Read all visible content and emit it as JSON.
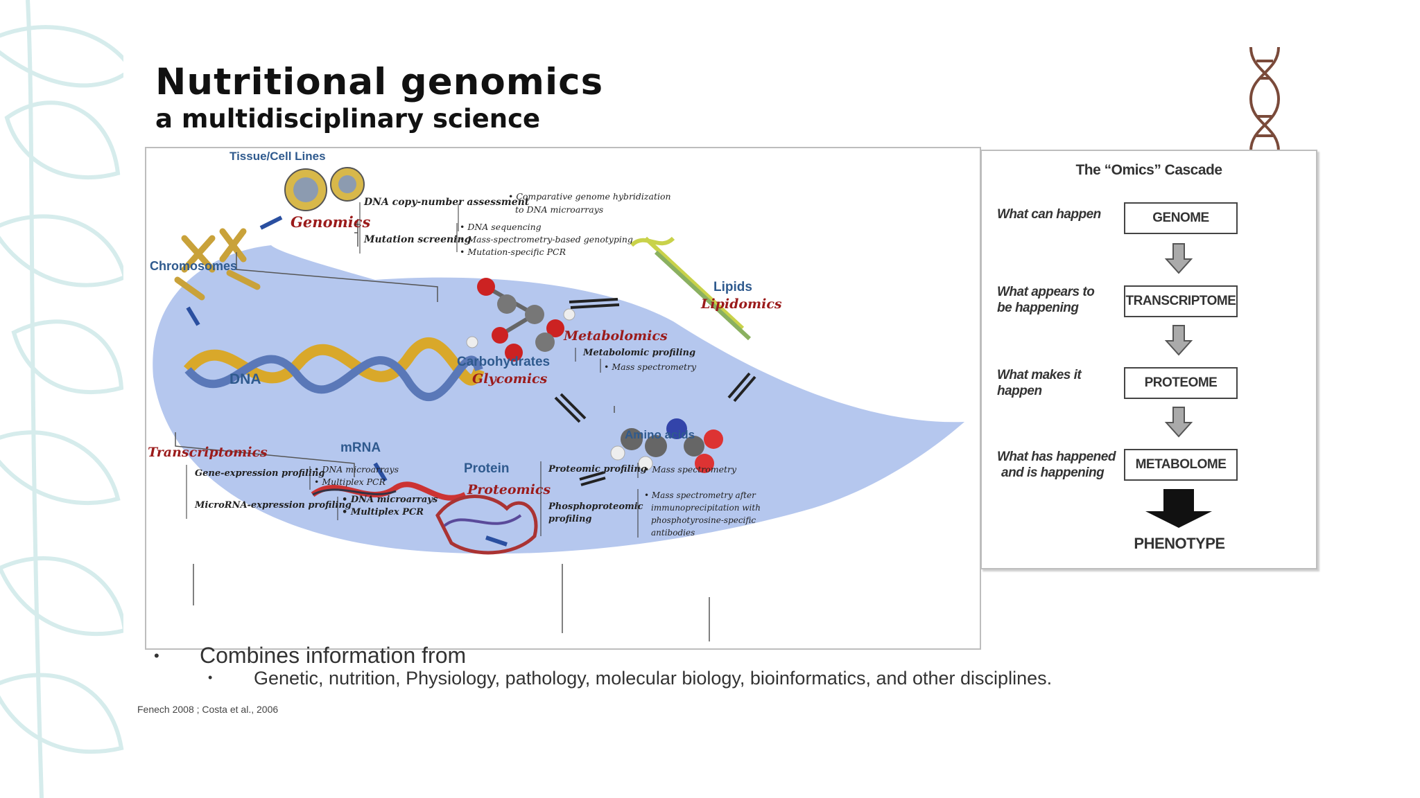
{
  "title": "Nutritional genomics",
  "subtitle": "a multidisciplinary science",
  "figure": {
    "tissue_label": "Tissue/Cell Lines",
    "chromosomes_label": "Chromosomes",
    "dna_label": "DNA",
    "mrna_label": "mRNA",
    "protein_label": "Protein",
    "carbohydrates_label": "Carbohydrates",
    "glycomics_label": "Glycomics",
    "lipids_label": "Lipids",
    "lipidomics_label": "Lipidomics",
    "amino_acids_label": "Amino acids",
    "genomics": {
      "label": "Genomics",
      "branch1": "DNA copy-number assessment",
      "branch1_items": [
        "• Comparative genome hybridization",
        "to DNA microarrays"
      ],
      "branch2": "Mutation screening",
      "branch2_items": [
        "• DNA sequencing",
        "• Mass-spectrometry-based genotyping",
        "• Mutation-specific PCR"
      ]
    },
    "metabolomics": {
      "label": "Metabolomics",
      "branch1": "Metabolomic profiling",
      "branch1_items": [
        "• Mass spectrometry"
      ]
    },
    "transcriptomics": {
      "label": "Transcriptomics",
      "branch1": "Gene-expression profiling",
      "branch1_items": [
        "• DNA microarrays",
        "• Multiplex PCR"
      ],
      "branch2": "MicroRNA-expression profiling",
      "branch2_items": [
        "• DNA microarrays",
        "• Multiplex PCR"
      ]
    },
    "proteomics": {
      "label": "Proteomics",
      "branch1": "Proteomic profiling",
      "branch1_items": [
        "• Mass spectrometry"
      ],
      "branch2": [
        "Phosphoproteomic",
        "profiling"
      ],
      "branch2_items": [
        "• Mass spectrometry after",
        "immunoprecipitation with",
        "phosphotyrosine-specific",
        "antibodies"
      ]
    }
  },
  "cascade": {
    "title": "The “Omics” Cascade",
    "steps": [
      {
        "question": [
          "What can happen"
        ],
        "box": "GENOME"
      },
      {
        "question": [
          "What appears to",
          "be happening"
        ],
        "box": "TRANSCRIPTOME"
      },
      {
        "question": [
          "What makes it",
          "happen"
        ],
        "box": "PROTEOME"
      },
      {
        "question": [
          "What has happened",
          "and is happening"
        ],
        "box": "METABOLOME"
      }
    ],
    "result": "PHENOTYPE"
  },
  "bullets": {
    "level1": "Combines information from",
    "level2": "Genetic, nutrition, Physiology, pathology, molecular biology, bioinformatics, and other disciplines."
  },
  "citation": "Fenech 2008 ; Costa et al., 2006",
  "colors": {
    "leaf": "#dbeeee",
    "band": "#b5c7ee",
    "omics_red": "#9b1b1b",
    "label_blue": "#2f5a8e"
  }
}
